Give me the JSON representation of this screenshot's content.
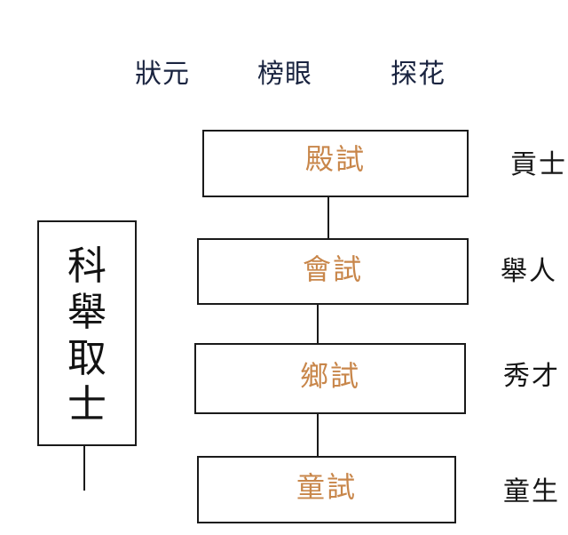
{
  "top_titles": {
    "zhuangyuan": "狀元",
    "bangyan": "榜眼",
    "tanhua": "探花"
  },
  "exams": {
    "dianshi": "殿試",
    "huishi": "會試",
    "xiangshi": "鄉試",
    "tongshi": "童試"
  },
  "ranks": {
    "gongshi": "貢士",
    "juren": "舉人",
    "xiucai": "秀才",
    "tongsheng": "童生"
  },
  "side_title": [
    "科",
    "舉",
    "取",
    "士"
  ],
  "colors": {
    "exam_text": "#c8864a",
    "title_text": "#1a2440",
    "border": "#1a1a1a"
  }
}
